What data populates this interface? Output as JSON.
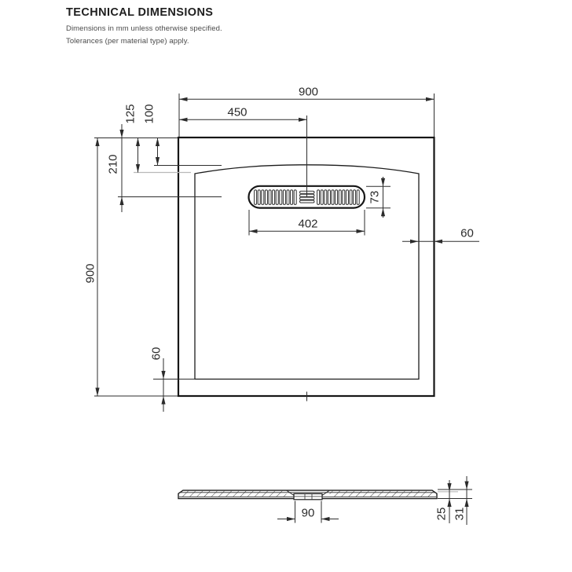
{
  "header": {
    "title": "TECHNICAL DIMENSIONS",
    "subtitle1": "Dimensions in mm unless otherwise specified.",
    "subtitle2": "Tolerances (per material type) apply."
  },
  "plan": {
    "total_width_mm": "900",
    "total_height_mm": "900",
    "drain_center_from_left_mm": "450",
    "top_to_basin_edge_mm": "125",
    "top_to_basin_curve_mm": "100",
    "top_to_drain_center_mm": "210",
    "drain_grate_length_mm": "402",
    "drain_grate_width_mm": "73",
    "basin_inset_right_mm": "60",
    "basin_inset_bottom_mm": "60"
  },
  "section": {
    "drain_outlet_width_mm": "90",
    "edge_thickness_mm": "25",
    "total_thickness_mm": "31"
  },
  "style": {
    "ink_color": "#2b2b2b",
    "outline_color": "#161616",
    "light_line_color": "#b9b9b9",
    "background_color": "#ffffff"
  }
}
